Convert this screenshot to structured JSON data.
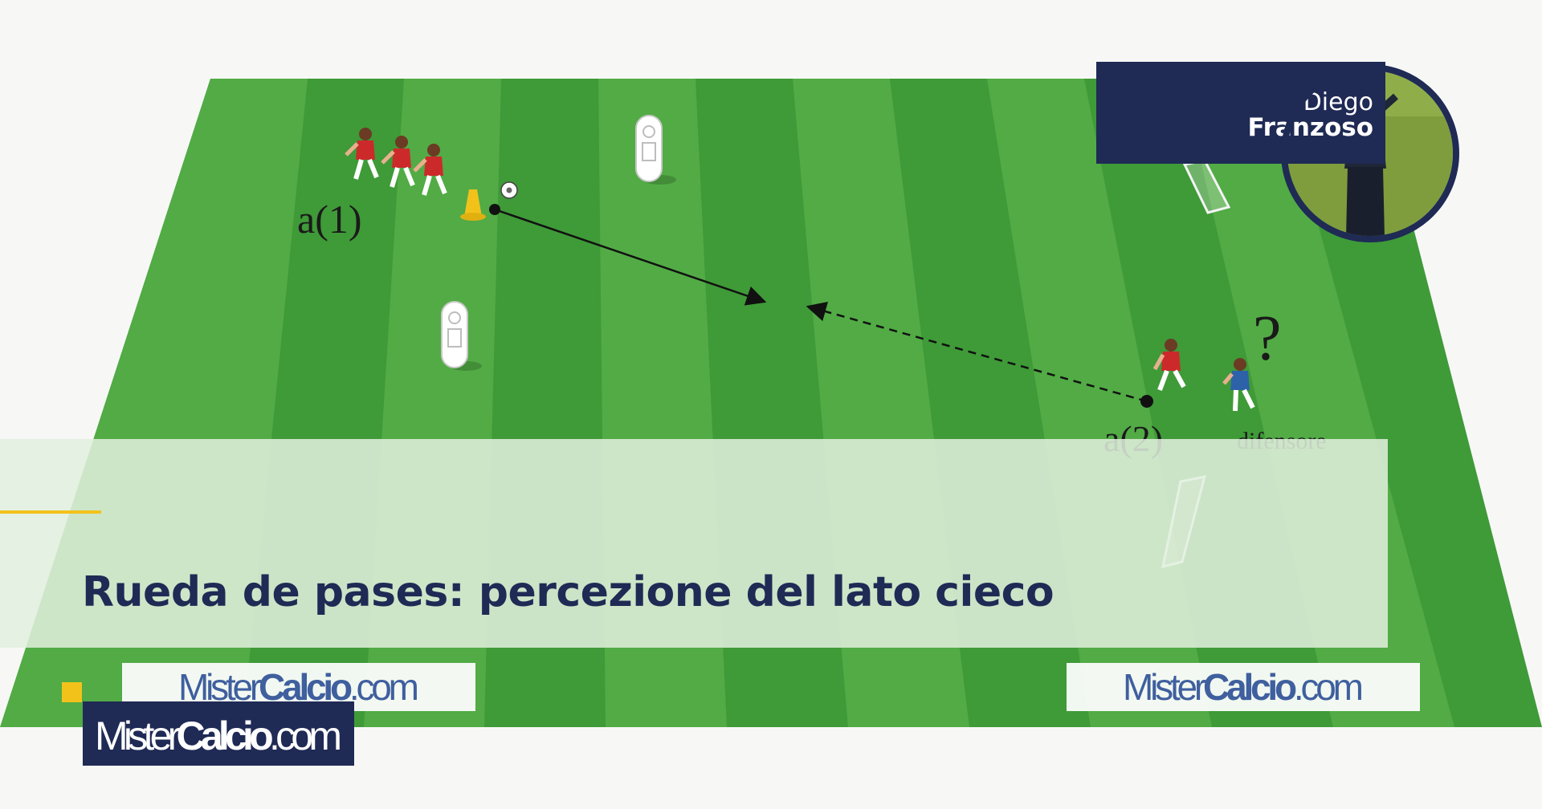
{
  "article": {
    "title": "Rueda de pases: percezione del lato cieco"
  },
  "author": {
    "first_name": "Diego",
    "last_name": "Franzoso"
  },
  "brand": {
    "logo_part1": "Mister",
    "logo_part2": "Calcio",
    "logo_part3": ".com",
    "navy": "#1f2a55",
    "accent": "#f2c21b"
  },
  "diagram": {
    "label_a1": "a(1)",
    "label_a2": "a(2)",
    "label_defender": "difensore",
    "question_mark": "?"
  },
  "icons": [
    "soccer-ball-icon",
    "cone-icon",
    "mannequin-icon",
    "player-icon",
    "goal-icon"
  ]
}
